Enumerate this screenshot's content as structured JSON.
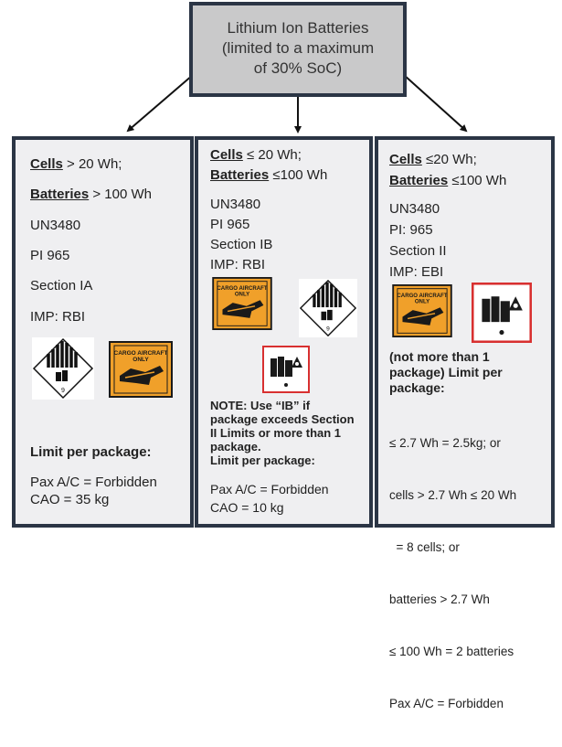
{
  "top": {
    "lines": [
      "Lithium Ion Batteries",
      "(limited to a maximum",
      "of 30% SoC)"
    ]
  },
  "colors": {
    "border": "#2b3545",
    "top_fill": "#c9c9ca",
    "column_fill": "#efeff1",
    "cargo_label": "#f0a02a"
  },
  "col1": {
    "cells_word": "Cells",
    "cells_rest": " > 20 Wh;",
    "batteries_word": "Batteries",
    "batteries_rest": " > 100 Wh",
    "un": "UN3480",
    "pi": "PI 965",
    "section": "Section IA",
    "imp": "IMP: RBI",
    "limit_title": "Limit per package:",
    "pax": "Pax A/C = Forbidden",
    "cao": "CAO = 35 kg",
    "icons": [
      "class-9-hazard-label-icon",
      "cargo-aircraft-only-label-icon"
    ]
  },
  "col2": {
    "cells_word": "Cells",
    "cells_rest": " ≤ 20 Wh;",
    "batteries_word": "Batteries",
    "batteries_rest": " ≤100 Wh",
    "un": "UN3480",
    "pi": "PI 965",
    "section": "Section IB",
    "imp": "IMP: RBI",
    "note": [
      "NOTE: Use “IB” if",
      "package exceeds Section",
      "II Limits or more than 1",
      "package.",
      "Limit per package:"
    ],
    "pax": "Pax A/C = Forbidden",
    "cao": "CAO = 10 kg",
    "icons": [
      "cargo-aircraft-only-label-icon",
      "class-9-hazard-label-icon",
      "lithium-battery-mark-icon"
    ]
  },
  "col3": {
    "cells_word": "Cells",
    "cells_rest": " ≤20 Wh;",
    "batteries_word": "Batteries",
    "batteries_rest": " ≤100 Wh",
    "un": "UN3480",
    "pi": "PI: 965",
    "section": "Section II",
    "imp": "IMP: EBI",
    "note": [
      "(not more than 1",
      "package) Limit per",
      "package:"
    ],
    "limits": [
      "≤ 2.7 Wh = 2.5kg; or",
      "cells > 2.7 Wh ≤ 20 Wh",
      "  = 8 cells; or",
      "batteries > 2.7 Wh",
      "≤ 100 Wh = 2 batteries",
      "Pax A/C = Forbidden"
    ],
    "icons": [
      "cargo-aircraft-only-label-icon",
      "lithium-battery-mark-icon"
    ]
  },
  "label_text": {
    "cargo_1": "CARGO AIRCRAFT",
    "cargo_2": "ONLY",
    "class_number": "9"
  }
}
